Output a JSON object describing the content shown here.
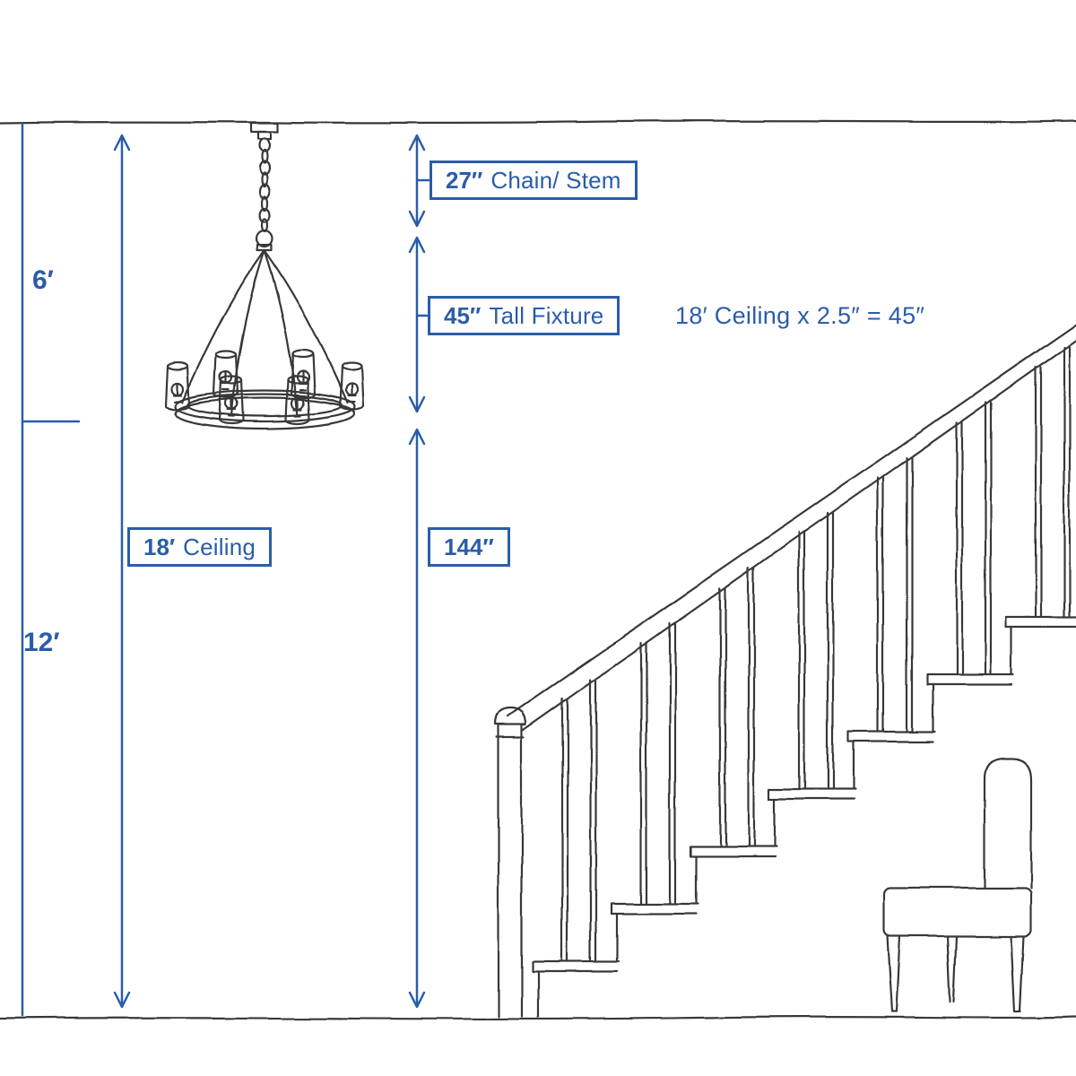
{
  "colors": {
    "accent": "#2a5da9",
    "ink": "#383838",
    "background": "#ffffff"
  },
  "dimensions": {
    "chain": {
      "value": "27″",
      "label": "Chain/ Stem"
    },
    "fixture": {
      "value": "45″",
      "label": "Tall Fixture"
    },
    "ceiling": {
      "value": "18′",
      "label": "Ceiling"
    },
    "drop": {
      "value": "144″",
      "label": ""
    },
    "upper_section": {
      "value": "6′"
    },
    "lower_section": {
      "value": "12′"
    },
    "formula": "18′ Ceiling x 2.5″ = 45″"
  },
  "scene": {
    "elements": [
      "ceiling-line",
      "chandelier",
      "staircase",
      "chair",
      "floor-line"
    ]
  }
}
